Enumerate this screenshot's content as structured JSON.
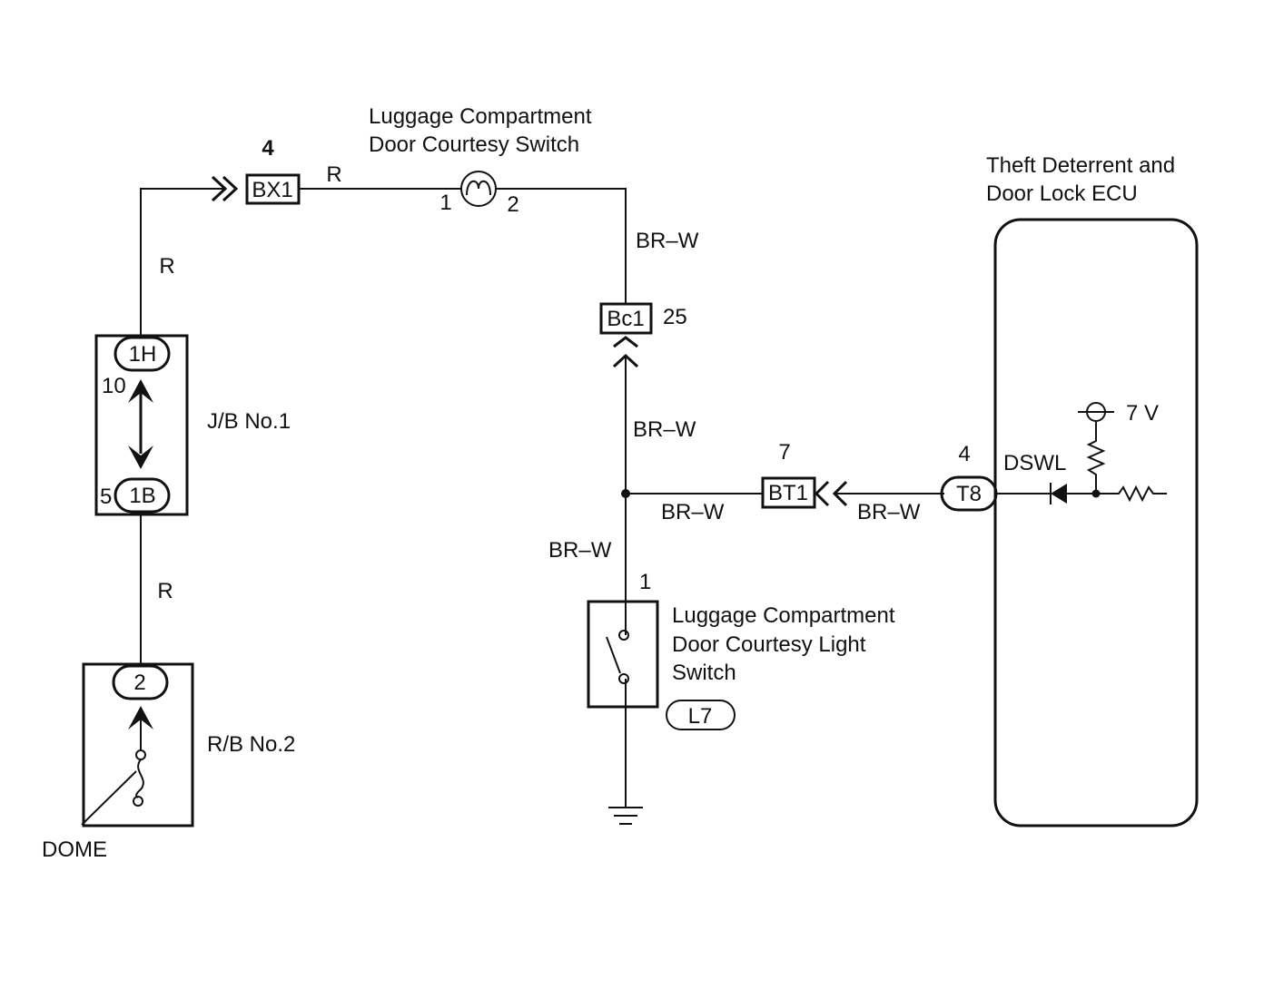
{
  "components": {
    "luggage_switch": {
      "name_line1": "Luggage Compartment",
      "name_line2": "Door Courtesy Switch",
      "pin_left": "1",
      "pin_right": "2"
    },
    "ecu": {
      "name_line1": "Theft Deterrent and",
      "name_line2": "Door Lock ECU",
      "terminal": "DSWL",
      "voltage": "7 V"
    },
    "jb": {
      "name": "J/B No.1",
      "top_connector": "1H",
      "top_pin": "10",
      "bottom_connector": "1B",
      "bottom_pin": "5"
    },
    "rb": {
      "name": "R/B No.2",
      "connector": "2",
      "fuse": "DOME"
    },
    "light_switch": {
      "name_line1": "Luggage Compartment",
      "name_line2": "Door Courtesy Light",
      "name_line3": "Switch",
      "pin": "1",
      "connector": "L7"
    }
  },
  "connectors": {
    "bx1": {
      "label": "BX1",
      "pin": "4"
    },
    "bc1": {
      "label": "Bc1",
      "pin": "25"
    },
    "bt1": {
      "label": "BT1",
      "pin": "7"
    },
    "t8": {
      "label": "T8",
      "pin": "4"
    }
  },
  "wires": {
    "r_bx1": "R",
    "r_left_upper": "R",
    "r_left_lower": "R",
    "brw_top": "BR–W",
    "brw_mid": "BR–W",
    "brw_branch": "BR–W",
    "brw_t8": "BR–W",
    "brw_lower": "BR–W"
  }
}
